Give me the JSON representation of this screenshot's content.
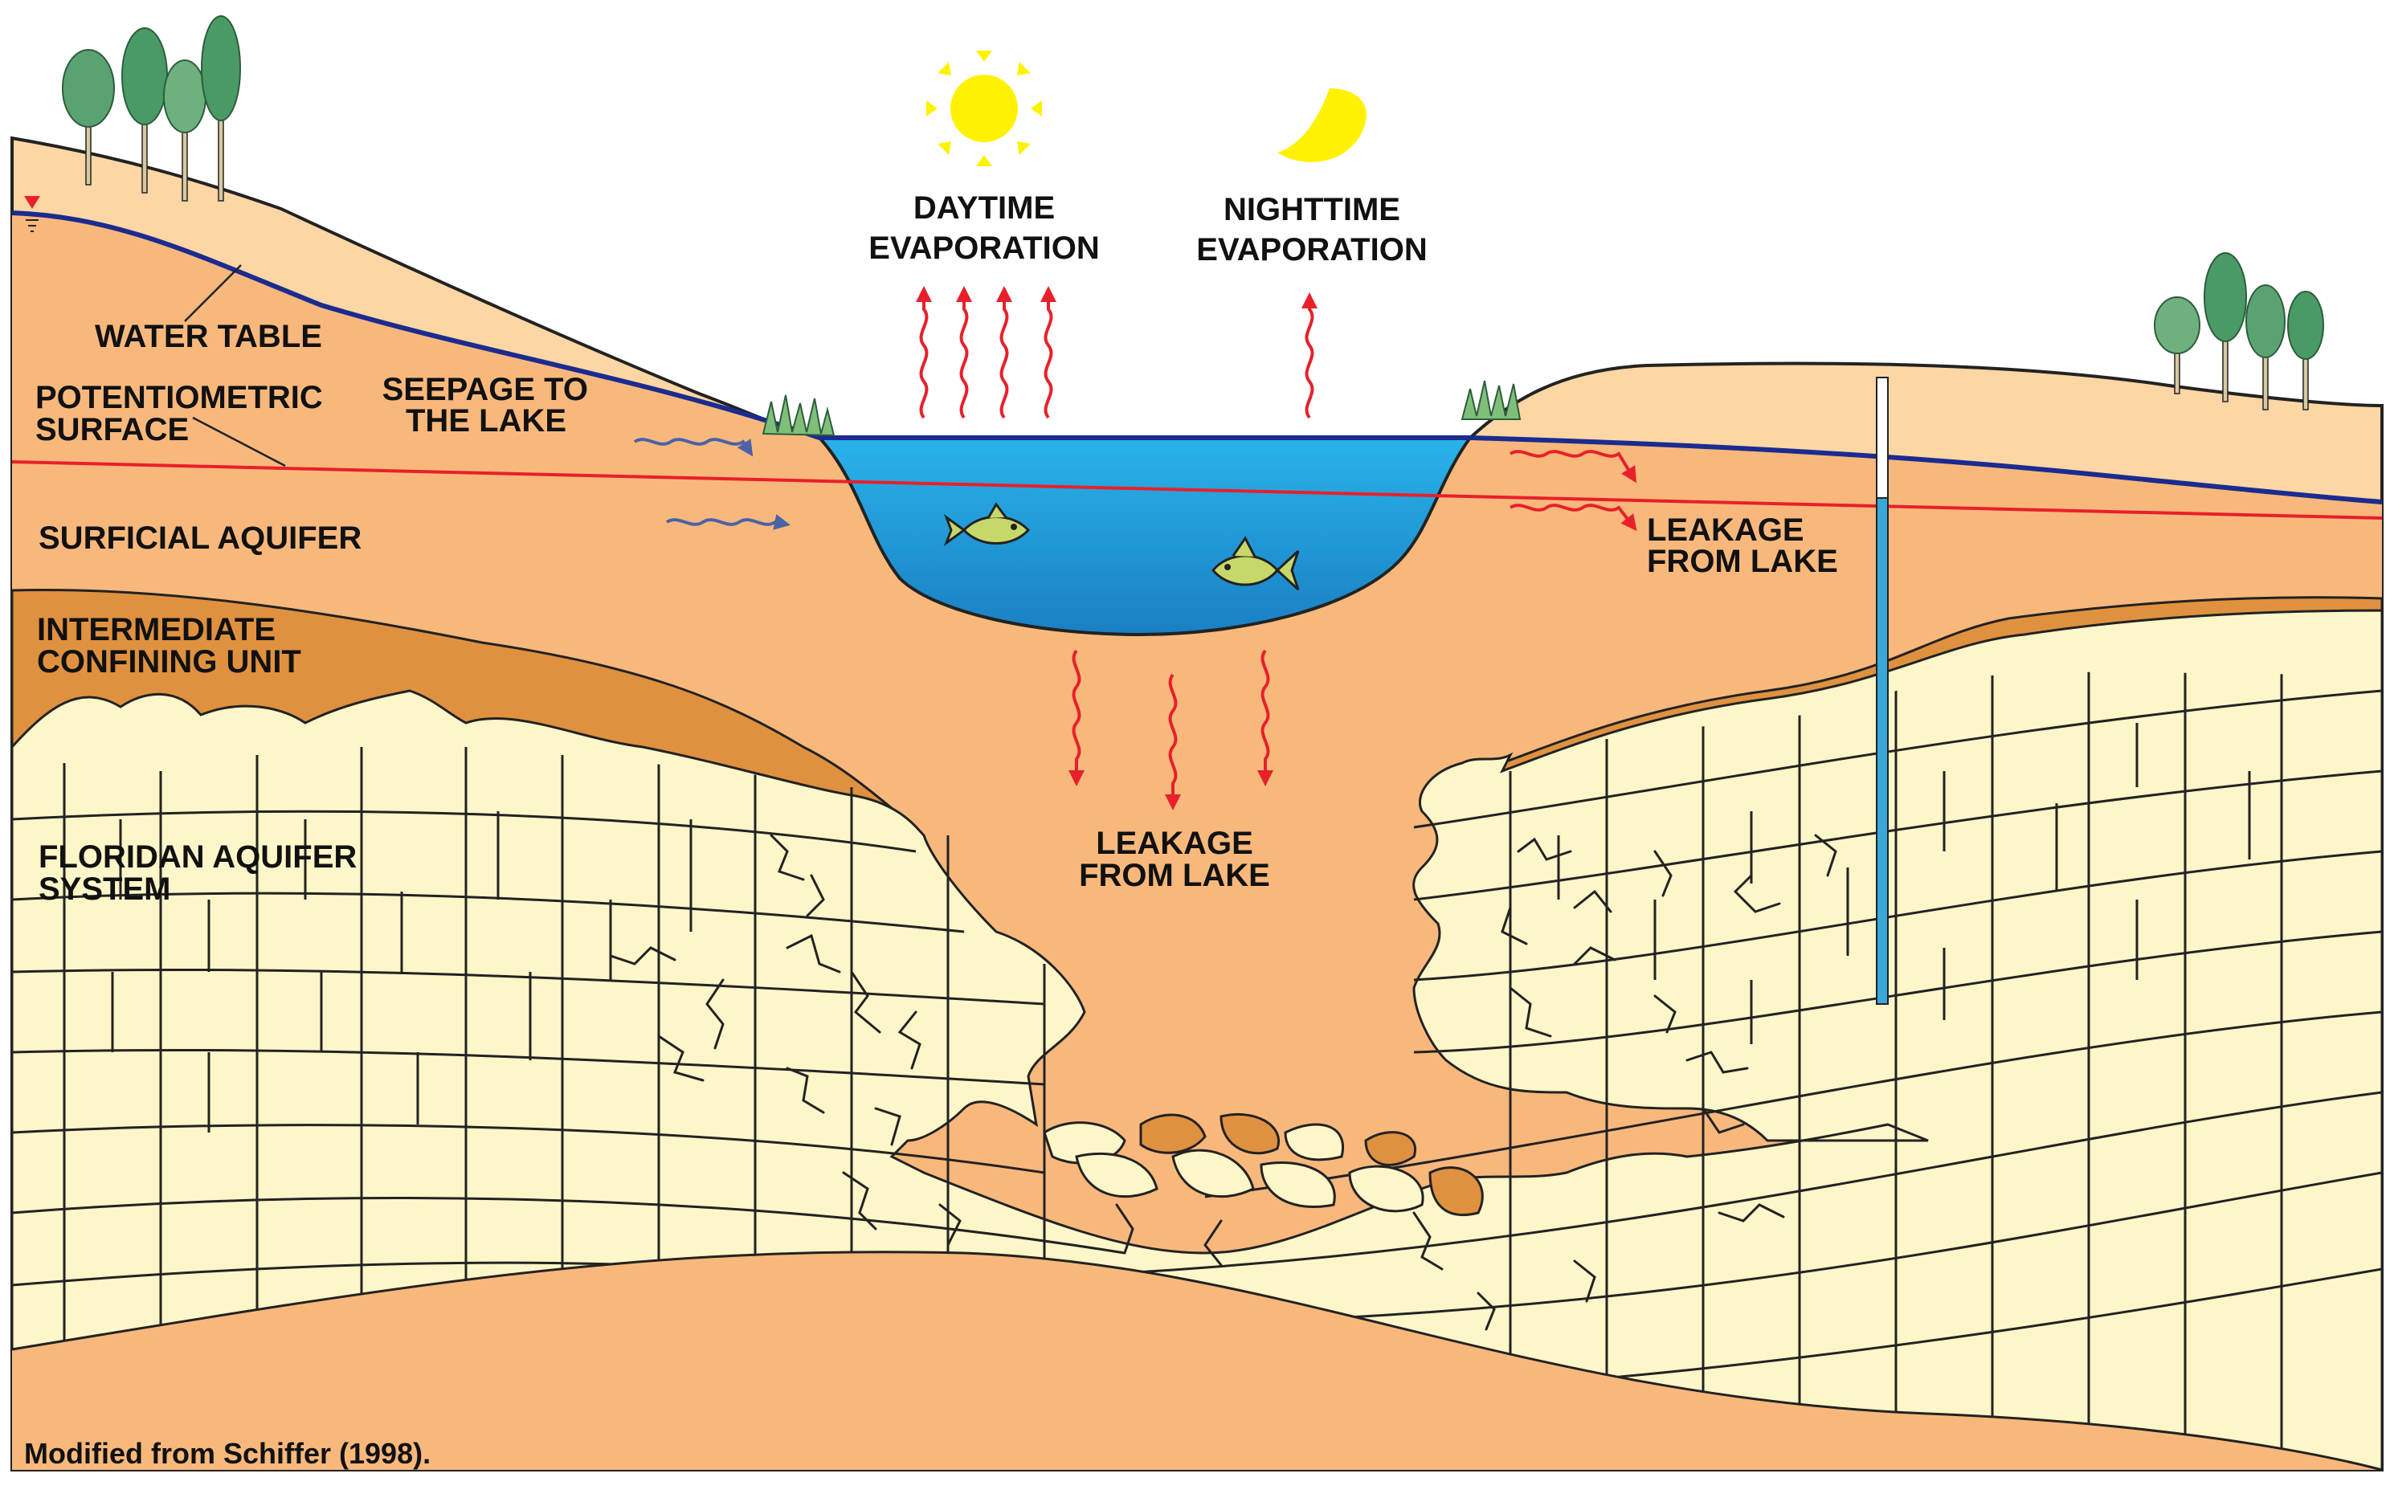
{
  "labels": {
    "water_table": "WATER TABLE",
    "potentiometric_1": "POTENTIOMETRIC",
    "potentiometric_2": "SURFACE",
    "seepage_1": "SEEPAGE TO",
    "seepage_2": "THE LAKE",
    "surficial": "SURFICIAL AQUIFER",
    "intermediate_1": "INTERMEDIATE",
    "intermediate_2": "CONFINING UNIT",
    "floridan_1": "FLORIDAN AQUIFER",
    "floridan_2": "SYSTEM",
    "day_1": "DAYTIME",
    "day_2": "EVAPORATION",
    "night_1": "NIGHTTIME",
    "night_2": "EVAPORATION",
    "leak_right_1": "LEAKAGE",
    "leak_right_2": "FROM LAKE",
    "leak_center_1": "LEAKAGE",
    "leak_center_2": "FROM LAKE"
  },
  "credit": "Modified from Schiffer (1998).",
  "icons": [
    "sun-icon",
    "moon-icon",
    "tree-icon",
    "fish-icon",
    "grass-icon",
    "water-table-symbol-icon",
    "well-icon"
  ],
  "colors": {
    "unsaturated": "#fcd6a4",
    "surficial_aquifer": "#f8b87c",
    "confining_unit": "#e0913f",
    "limestone": "#fdf6c8",
    "lake_water": "#29a9e1",
    "water_table_line": "#1b2b8f",
    "potentiometric_line": "#e8202a",
    "evaporation_arrow": "#e8202a",
    "seepage_arrow": "#4a62a8",
    "sun": "#fff200",
    "moon": "#fff200",
    "tree_foliage": "#4a9a66",
    "well_casing": "#3aa7d8"
  }
}
